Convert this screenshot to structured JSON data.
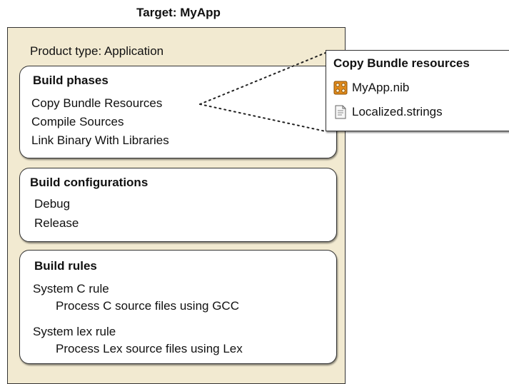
{
  "title": "Target: MyApp",
  "product_type": "Product type: Application",
  "build_phases": {
    "title": "Build phases",
    "items": [
      "Copy Bundle Resources",
      "Compile Sources",
      "Link Binary With Libraries"
    ]
  },
  "build_configurations": {
    "title": "Build configurations",
    "items": [
      "Debug",
      "Release"
    ]
  },
  "build_rules": {
    "title": "Build rules",
    "rules": [
      {
        "name": "System C rule",
        "description": "Process C source files using GCC"
      },
      {
        "name": "System lex rule",
        "description": "Process Lex source files using Lex"
      }
    ]
  },
  "copy_bundle_resources": {
    "title": "Copy Bundle resources",
    "files": [
      {
        "name": "MyApp.nib",
        "icon": "nib-file-icon"
      },
      {
        "name": "Localized.strings",
        "icon": "strings-file-icon"
      }
    ]
  },
  "colors": {
    "target_background": "#f2ead1",
    "nib_icon": "#e08a1a"
  }
}
